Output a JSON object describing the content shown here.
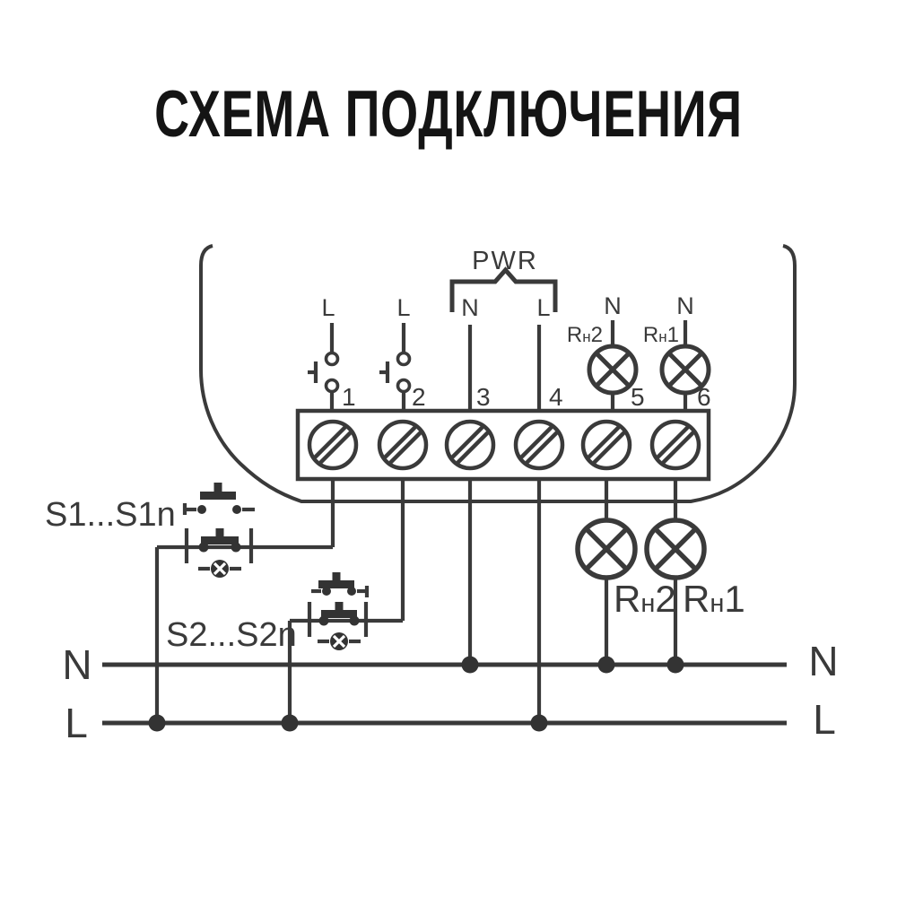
{
  "title": "СХЕМА ПОДКЛЮЧЕНИЯ",
  "pwr": {
    "label": "PWR"
  },
  "terminals": {
    "numbers": [
      "1",
      "2",
      "3",
      "4",
      "5",
      "6"
    ],
    "top_labels": {
      "t1": "L",
      "t2": "L",
      "t3": "N",
      "t4": "L",
      "t5": "N",
      "t6": "N"
    }
  },
  "loads": {
    "rh2_top": {
      "main": "R",
      "sub": "н",
      "num": "2"
    },
    "rh1_top": {
      "main": "R",
      "sub": "н",
      "num": "1"
    },
    "rh2_bottom": {
      "main": "R",
      "sub": "н",
      "num": "2"
    },
    "rh1_bottom": {
      "main": "R",
      "sub": "н",
      "num": "1"
    }
  },
  "switches": {
    "s1_label": "S1...S1n",
    "s2_label": "S2...S2n"
  },
  "bus": {
    "n_left": "N",
    "l_left": "L",
    "n_right": "N",
    "l_right": "L"
  },
  "colors": {
    "line": "#3a3a3a",
    "text": "#3a3a3a",
    "title": "#141414",
    "background": "#ffffff"
  }
}
